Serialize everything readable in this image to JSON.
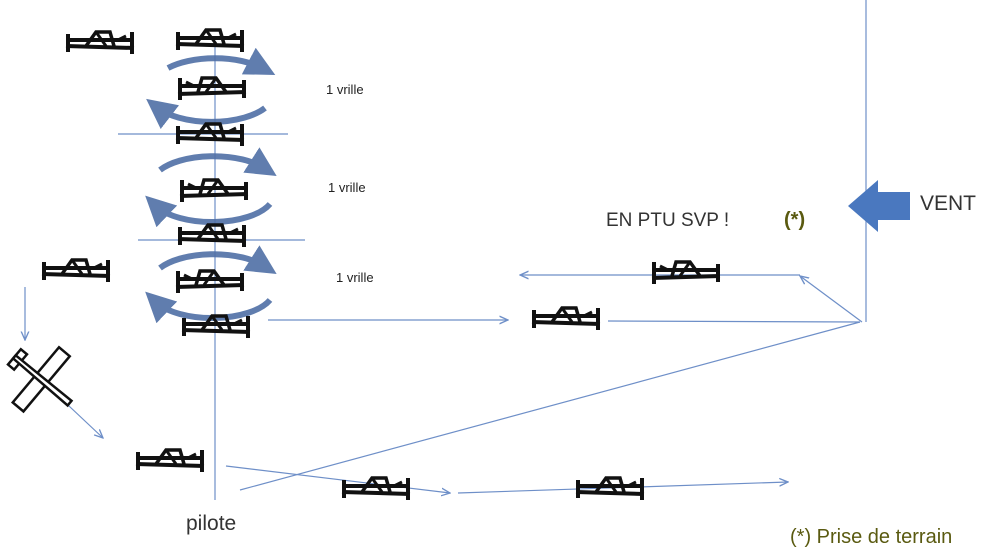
{
  "labels": {
    "spin1": "1 vrille",
    "spin2": "1 vrille",
    "spin3": "1 vrille",
    "notice": "EN PTU SVP !",
    "notice_mark": "(*)",
    "wind": "VENT",
    "pilot": "pilote",
    "footnote": "(*) Prise de terrain"
  },
  "colors": {
    "line": "#6e8fc8",
    "arrow_fill": "#4a78bf",
    "rotation": "#4f6fa6",
    "plane": "#111111",
    "olive": "#5a5a10"
  },
  "icons": {
    "plane": "airplane-side-icon",
    "wind": "wind-arrow-icon",
    "rotation": "rotation-circle-icon"
  }
}
